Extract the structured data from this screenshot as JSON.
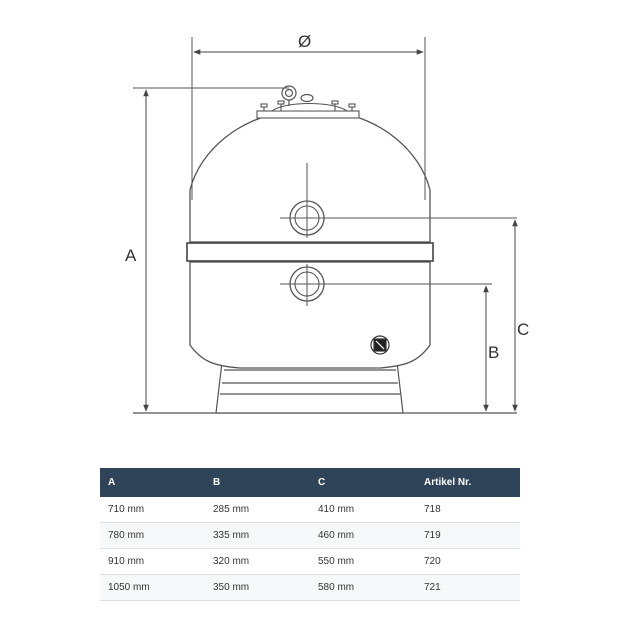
{
  "drawing": {
    "diameter_label": "Ø",
    "label_a": "A",
    "label_b": "B",
    "label_c": "C"
  },
  "table": {
    "headers": [
      "A",
      "B",
      "C",
      "Artikel Nr."
    ],
    "rows": [
      [
        "710 mm",
        "285 mm",
        "410 mm",
        "718"
      ],
      [
        "780 mm",
        "335 mm",
        "460 mm",
        "719"
      ],
      [
        "910 mm",
        "320 mm",
        "550 mm",
        "720"
      ],
      [
        "1050 mm",
        "350 mm",
        "580 mm",
        "721"
      ]
    ]
  }
}
